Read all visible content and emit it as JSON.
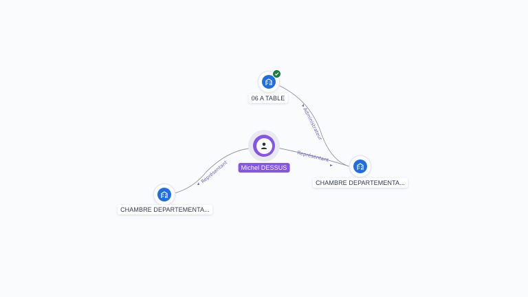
{
  "colors": {
    "company_node": "#1f6fe0",
    "person_node": "#8455e6",
    "verified_badge": "#17803d",
    "edge_label": "#6b63c9",
    "edge_line": "#8f95a3"
  },
  "nodes": {
    "company_top": {
      "label": "06 A TABLE",
      "icon": "building-icon",
      "verified": true
    },
    "company_right": {
      "label": "CHAMBRE DEPARTEMENTA...",
      "icon": "building-icon"
    },
    "company_left": {
      "label": "CHAMBRE DEPARTEMENTA...",
      "icon": "building-icon"
    },
    "person": {
      "label": "Michel DESSUS",
      "icon": "person-icon"
    }
  },
  "edges": {
    "top_to_right": {
      "label": "Administrateur"
    },
    "person_to_right": {
      "label": "Représentant"
    },
    "person_to_left": {
      "label": "Représentant"
    }
  }
}
